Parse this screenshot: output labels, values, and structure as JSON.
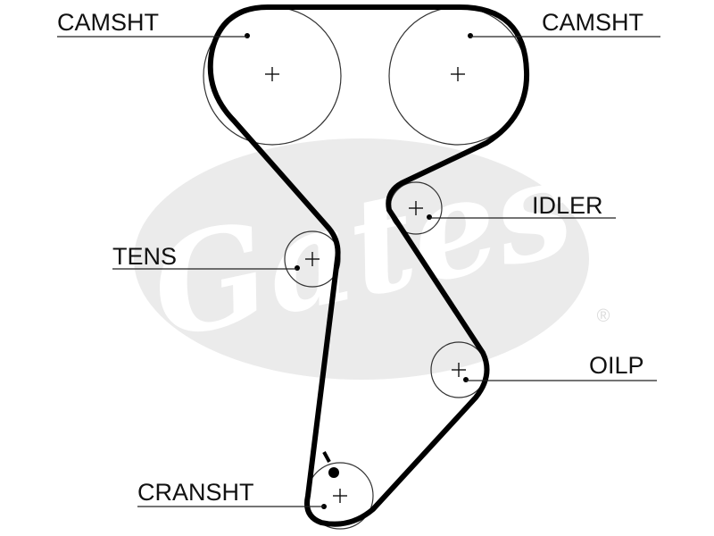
{
  "diagram": {
    "watermark": {
      "brand": "Gates",
      "registered_mark": "®"
    },
    "components": [
      {
        "id": "camshaft-left",
        "label": "CAMSHT"
      },
      {
        "id": "camshaft-right",
        "label": "CAMSHT"
      },
      {
        "id": "idler",
        "label": "IDLER"
      },
      {
        "id": "tensioner",
        "label": "TENS"
      },
      {
        "id": "oil-pump",
        "label": "OILP"
      },
      {
        "id": "crankshaft",
        "label": "CRANSHT"
      }
    ],
    "colors": {
      "belt": "#000000",
      "watermark": "#eaeaea",
      "background": "#ffffff"
    }
  }
}
